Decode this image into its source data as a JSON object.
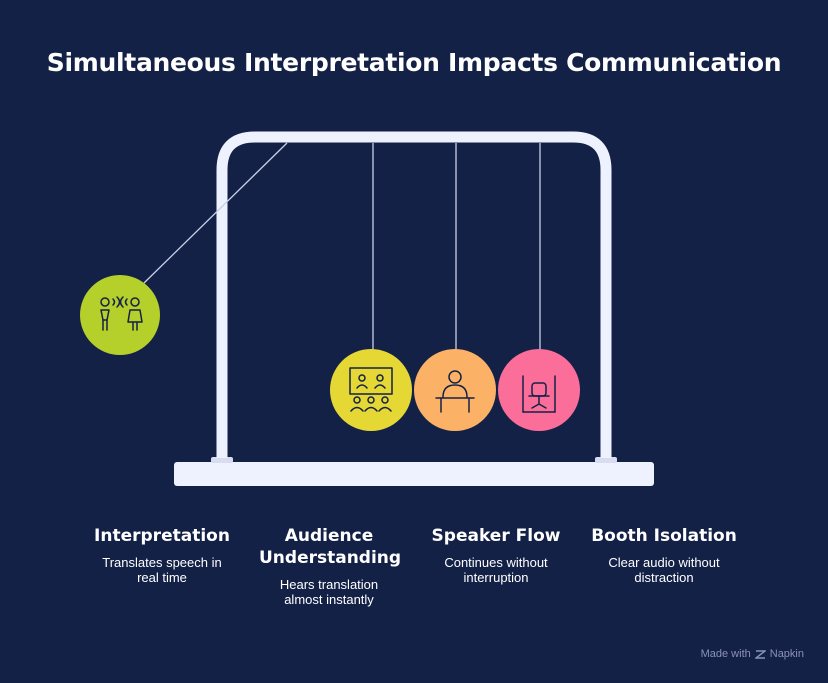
{
  "title": "Simultaneous Interpretation Impacts Communication",
  "colors": {
    "background": "#142147",
    "frame": "#eef2ff",
    "interpretation": "#b5cf2b",
    "audience": "#e5d835",
    "speaker": "#fbb266",
    "booth": "#fb6e9a"
  },
  "items": [
    {
      "heading": "Interpretation",
      "description": "Translates speech in real time",
      "icon": "two-people-talking-icon"
    },
    {
      "heading": "Audience Understanding",
      "description": "Hears translation almost instantly",
      "icon": "audience-presentation-icon"
    },
    {
      "heading": "Speaker Flow",
      "description": "Continues without interruption",
      "icon": "speaker-podium-icon"
    },
    {
      "heading": "Booth Isolation",
      "description": "Clear audio without distraction",
      "icon": "booth-chair-icon"
    }
  ],
  "footer": {
    "made_with": "Made with",
    "brand": "Napkin"
  }
}
